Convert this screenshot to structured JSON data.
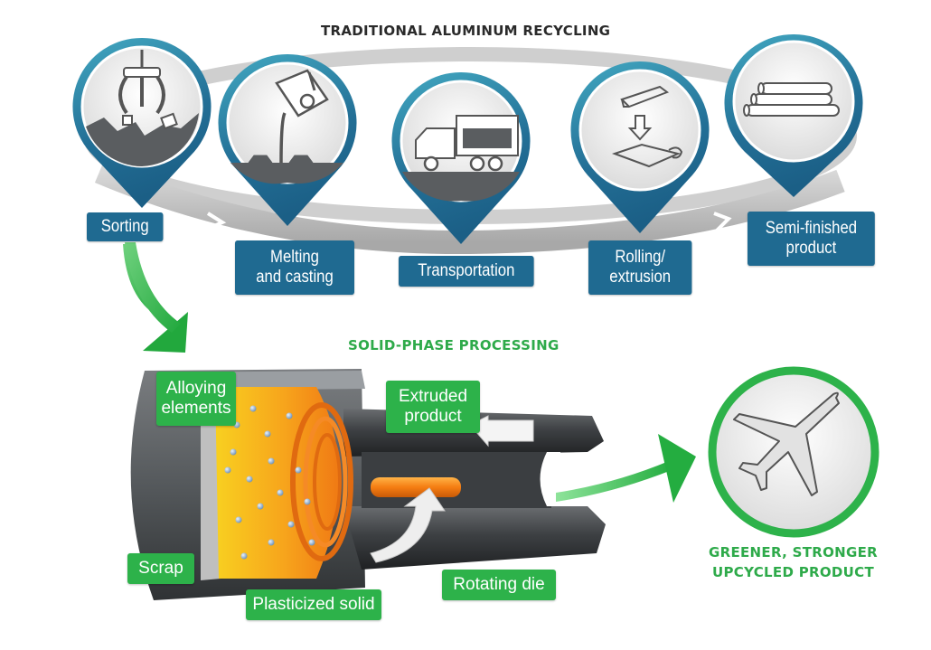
{
  "traditional": {
    "title": "TRADITIONAL ALUMINUM RECYCLING",
    "steps": [
      {
        "icon": "claw-grabber-scrap-icon",
        "label_line1": "Sorting",
        "label_line2": ""
      },
      {
        "icon": "crucible-pouring-icon",
        "label_line1": "Melting",
        "label_line2": "and casting"
      },
      {
        "icon": "truck-ingots-icon",
        "label_line1": "Transportation",
        "label_line2": ""
      },
      {
        "icon": "ingot-to-sheet-icon",
        "label_line1": "Rolling/",
        "label_line2": "extrusion"
      },
      {
        "icon": "stacked-rods-icon",
        "label_line1": "Semi-finished",
        "label_line2": "product"
      }
    ]
  },
  "solid_phase": {
    "title": "SOLID-PHASE PROCESSING",
    "callouts": {
      "alloying": {
        "line1": "Alloying",
        "line2": "elements"
      },
      "extruded": {
        "line1": "Extruded",
        "line2": "product"
      },
      "scrap": "Scrap",
      "plasticized": "Plasticized solid",
      "rotating_die": "Rotating die"
    }
  },
  "outcome": {
    "icon": "airplane-icon",
    "line1": "GREENER, STRONGER",
    "line2": "UPCYCLED PRODUCT"
  },
  "colors": {
    "pin_blue": "#1f6a91",
    "pin_teal": "#3a9fba",
    "green": "#2db24a",
    "orange": "#f28a1c",
    "yellow": "#f7c81e",
    "dark_gray": "#555a5e"
  }
}
